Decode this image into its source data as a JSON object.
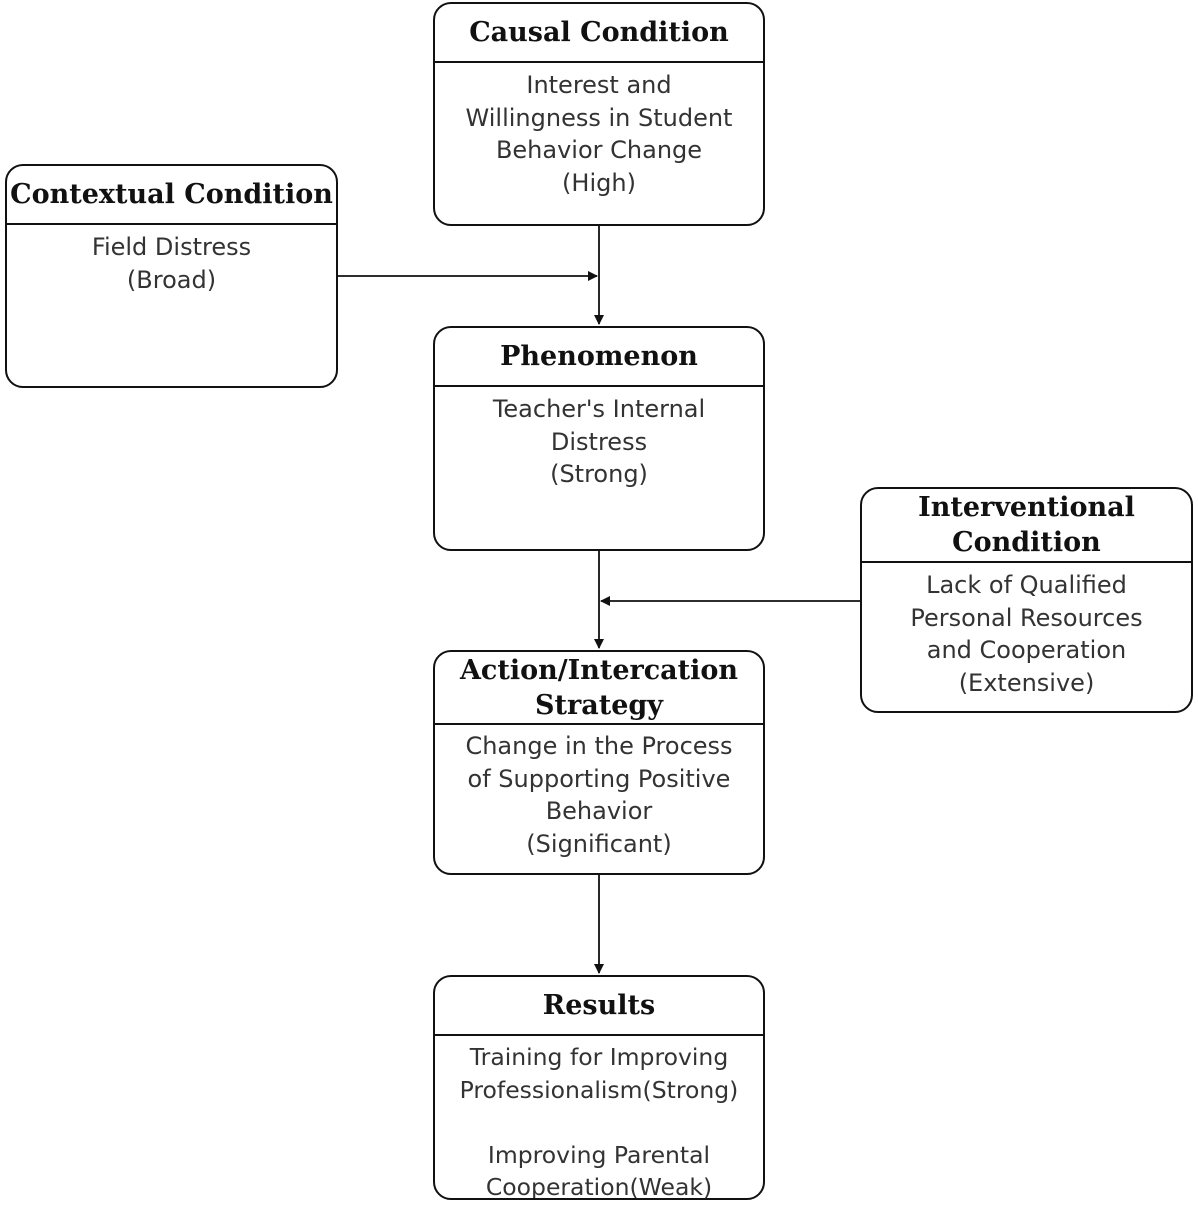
{
  "boxes": {
    "causal": {
      "title": "Causal Condition",
      "lines": [
        "Interest and",
        "Willingness in Student",
        "Behavior Change",
        "(High)"
      ]
    },
    "contextual": {
      "title": "Contextual Condition",
      "lines": [
        "Field Distress",
        "(Broad)"
      ]
    },
    "phenomenon": {
      "title": "Phenomenon",
      "lines": [
        "Teacher's Internal",
        "Distress",
        "(Strong)"
      ]
    },
    "interventional": {
      "title_lines": [
        "Interventional",
        "Condition"
      ],
      "lines": [
        "Lack of Qualified",
        "Personal Resources",
        "and Cooperation",
        "(Extensive)"
      ]
    },
    "strategy": {
      "title_lines": [
        "Action/Intercation",
        "Strategy"
      ],
      "lines": [
        "Change in the Process",
        "of Supporting Positive",
        "Behavior",
        "(Significant)"
      ]
    },
    "results": {
      "title": "Results",
      "lines": [
        "Training for Improving",
        "Professionalism(Strong)",
        "",
        "Improving Parental",
        "Cooperation(Weak)"
      ]
    }
  },
  "connections": [
    {
      "from": "causal",
      "to": "phenomenon"
    },
    {
      "from": "contextual",
      "to": "causal-phenomenon-arrow"
    },
    {
      "from": "phenomenon",
      "to": "strategy"
    },
    {
      "from": "interventional",
      "to": "phenomenon-strategy-arrow"
    },
    {
      "from": "strategy",
      "to": "results"
    }
  ]
}
